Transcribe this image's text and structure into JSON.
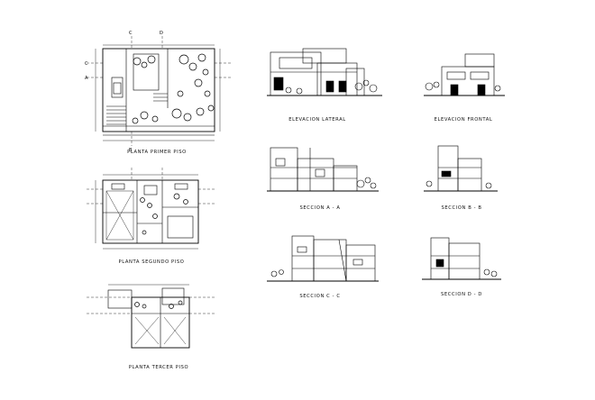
{
  "titles": {
    "plan_1": "PLANTA PRIMER PISO",
    "plan_2": "PLANTA SEGUNDO PISO",
    "plan_3": "PLANTA TERCER PISO",
    "elev_lat": "ELEVACION LATERAL",
    "elev_front": "ELEVACION FRONTAL",
    "sec_a": "SECCION   A - A",
    "sec_b": "SECCION   B - B",
    "sec_c": "SECCION   C - C",
    "sec_d": "SECCION   D - D"
  },
  "axis_marks": {
    "top_c": "C",
    "top_d": "D",
    "side_c": "C",
    "side_a": "A",
    "bottom_b": "B"
  },
  "colors": {
    "line": "#000000",
    "paper": "#ffffff"
  }
}
